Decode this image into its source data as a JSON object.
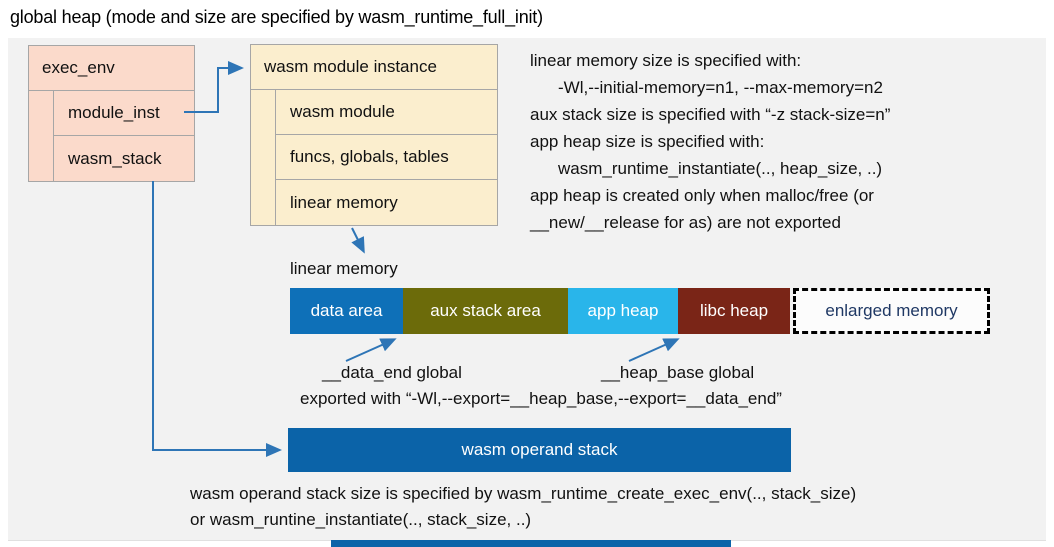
{
  "title": "global heap (mode and size are specified by wasm_runtime_full_init)",
  "colors": {
    "arrow": "#2E75B6",
    "panel_background": "#F2F2F2",
    "exec_env_fill": "#FBDACB",
    "module_instance_fill": "#FBEECE",
    "box_border": "#A6A6A6",
    "operand_stack_fill": "#0B63A8",
    "enlarged_memory_text": "#1F3864"
  },
  "exec_env": {
    "header": "exec_env",
    "rows": [
      "module_inst",
      "wasm_stack"
    ]
  },
  "module_instance": {
    "header": "wasm module instance",
    "rows": [
      "wasm module",
      "funcs, globals, tables",
      "linear memory"
    ]
  },
  "notes": {
    "lines": [
      {
        "text": "linear memory size is specified with:"
      },
      {
        "text": "-Wl,--initial-memory=n1, --max-memory=n2"
      },
      {
        "text": "aux stack size is specified with “-z stack-size=n”"
      },
      {
        "text": "app heap size is specified with:"
      },
      {
        "text": "wasm_runtime_instantiate(.., heap_size, ..)"
      },
      {
        "text": "app heap is created only when malloc/free (or"
      },
      {
        "text": "__new/__release for as) are not exported"
      }
    ]
  },
  "linear_memory": {
    "label": "linear memory",
    "segments": [
      {
        "label": "data area",
        "color": "#0E70B8",
        "text_color": "#FFFFFF"
      },
      {
        "label": "aux stack area",
        "color": "#6C6B0A",
        "text_color": "#FFFFFF"
      },
      {
        "label": "app heap",
        "color": "#29B5EA",
        "text_color": "#FFFFFF"
      },
      {
        "label": "libc heap",
        "color": "#7A2517",
        "text_color": "#FFFFFF"
      },
      {
        "label": "enlarged memory",
        "color": "#FCFCFC",
        "text_color": "#1F3864"
      }
    ]
  },
  "globals_annotation": {
    "data_end": "__data_end global",
    "heap_base": "__heap_base global",
    "exported": "exported with “-Wl,--export=__heap_base,--export=__data_end”"
  },
  "operand_stack": {
    "label": "wasm operand stack"
  },
  "footer_note": {
    "line1": "wasm operand stack size is specified by wasm_runtime_create_exec_env(.., stack_size)",
    "line2": "or wasm_runtine_instantiate(.., stack_size, ..)"
  }
}
